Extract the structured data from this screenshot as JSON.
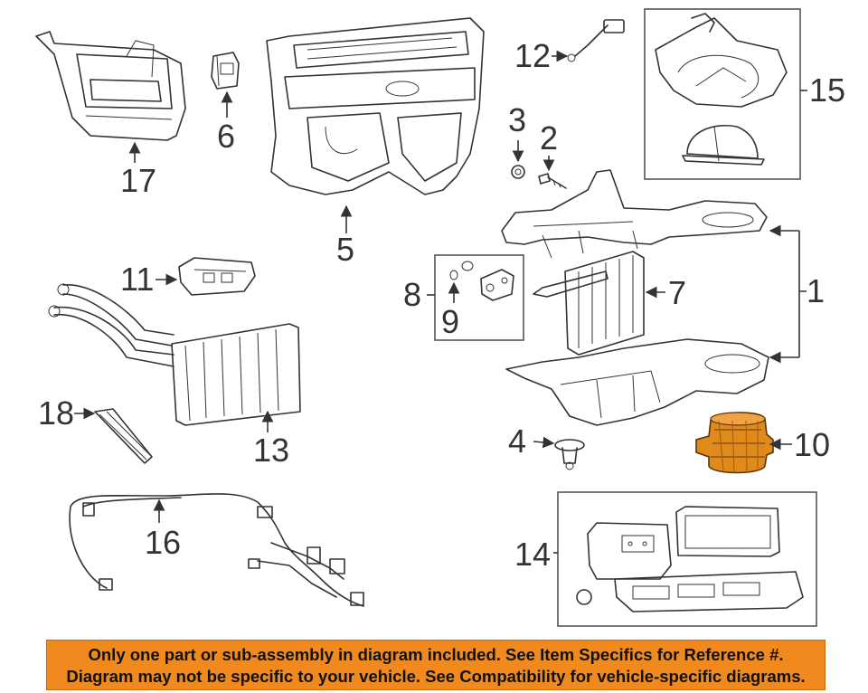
{
  "callouts": {
    "c1": "1",
    "c2": "2",
    "c3": "3",
    "c4": "4",
    "c5": "5",
    "c6": "6",
    "c7": "7",
    "c8": "8",
    "c9": "9",
    "c10": "10",
    "c11": "11",
    "c12": "12",
    "c13": "13",
    "c14": "14",
    "c15": "15",
    "c16": "16",
    "c17": "17",
    "c18": "18"
  },
  "highlight_part": "10",
  "colors": {
    "highlight": "#e08a1c",
    "banner": "#f08a1e",
    "line": "#333333"
  },
  "banner": {
    "line1": "Only one part or sub-assembly in diagram included. See Item Specifics for Reference #.",
    "line2": "Diagram may not be specific to your vehicle. See Compatibility for vehicle-specific diagrams."
  }
}
